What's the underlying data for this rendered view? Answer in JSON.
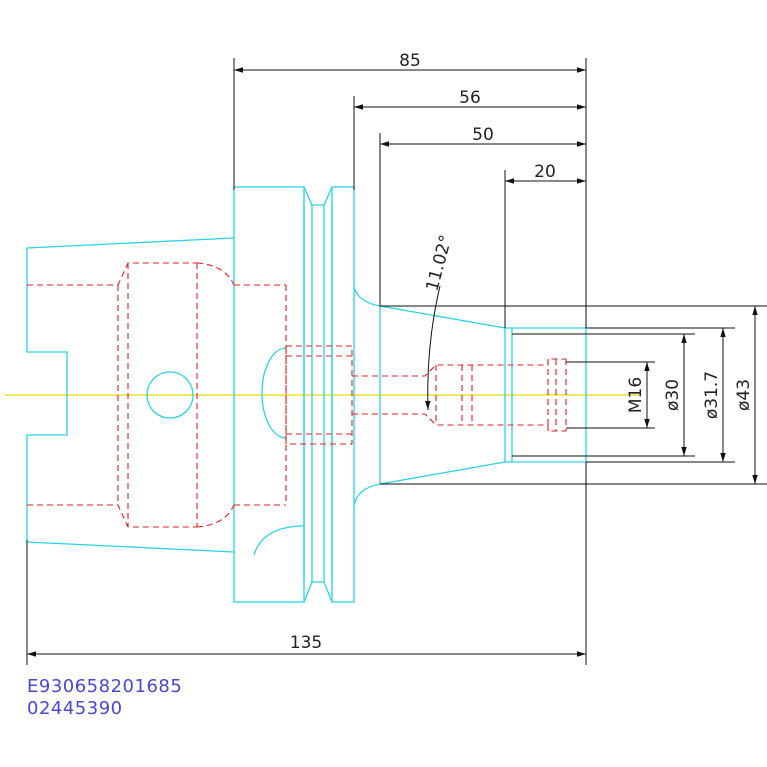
{
  "colors": {
    "outline": "#2ad4e8",
    "hidden": "#e02020",
    "centerline": "#e8d800",
    "dimension": "#111111",
    "code_text": "#4848d0"
  },
  "dimensions": {
    "d85": "85",
    "d56": "56",
    "d50": "50",
    "d20": "20",
    "angle": "11.02°",
    "m16": "M16",
    "dia30": "ø30",
    "dia317": "ø31.7",
    "dia43": "ø43",
    "d135": "135"
  },
  "codes": {
    "line1": "E930658201685",
    "line2": "02445390"
  }
}
